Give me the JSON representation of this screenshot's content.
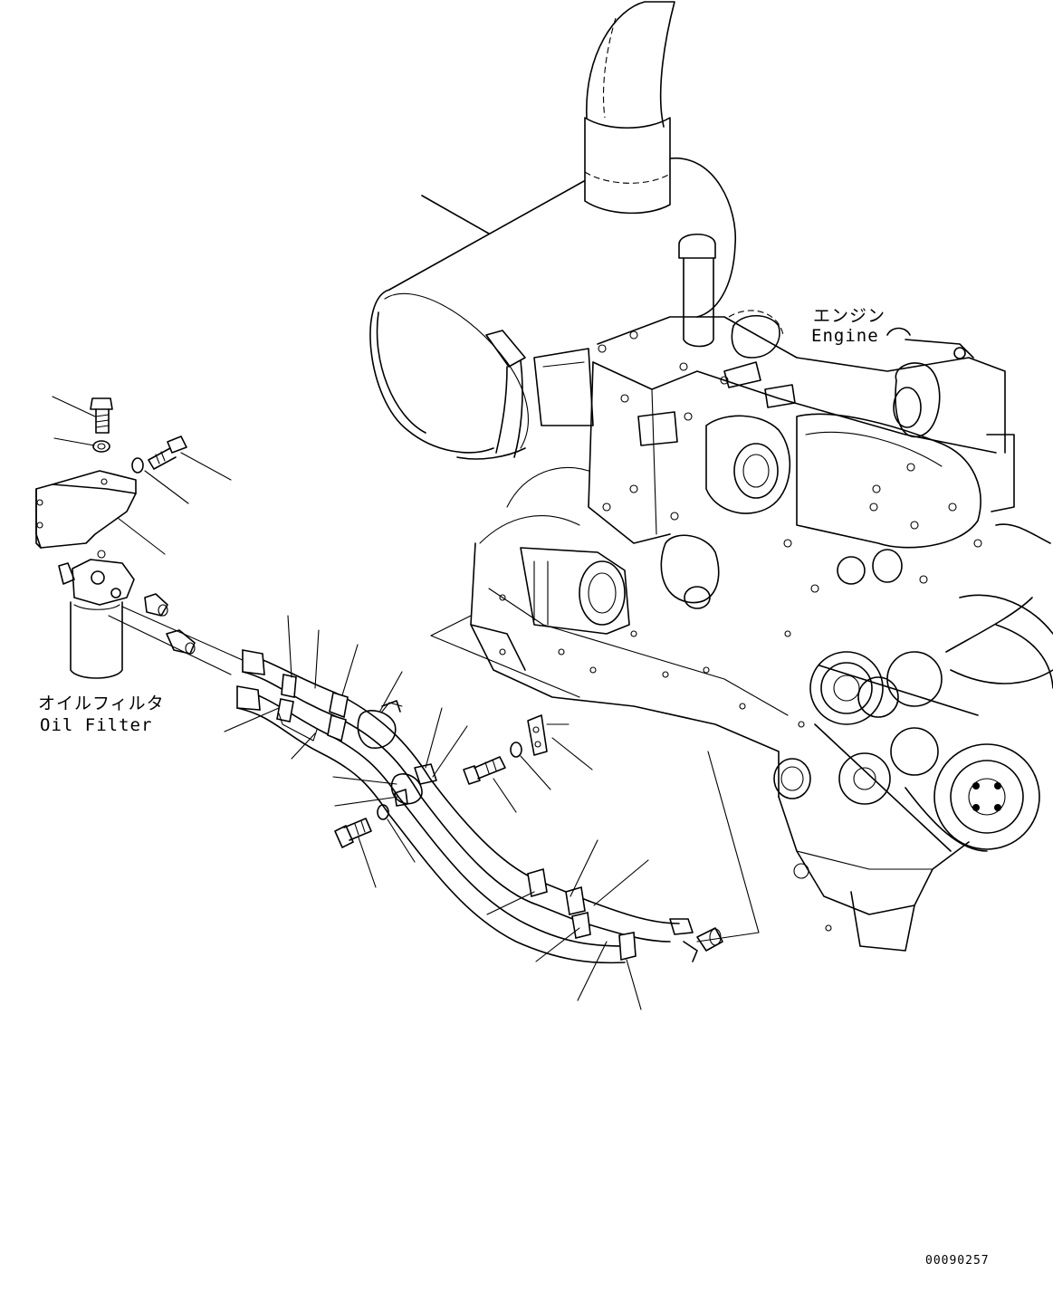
{
  "labels": {
    "engine_jp": "エンジン",
    "engine_en": "Engine",
    "oil_filter_jp": "オイルフィルタ",
    "oil_filter_en": "Oil Filter",
    "drawing_number": "00090257"
  },
  "colors": {
    "ink": "#000000",
    "paper": "#ffffff"
  }
}
